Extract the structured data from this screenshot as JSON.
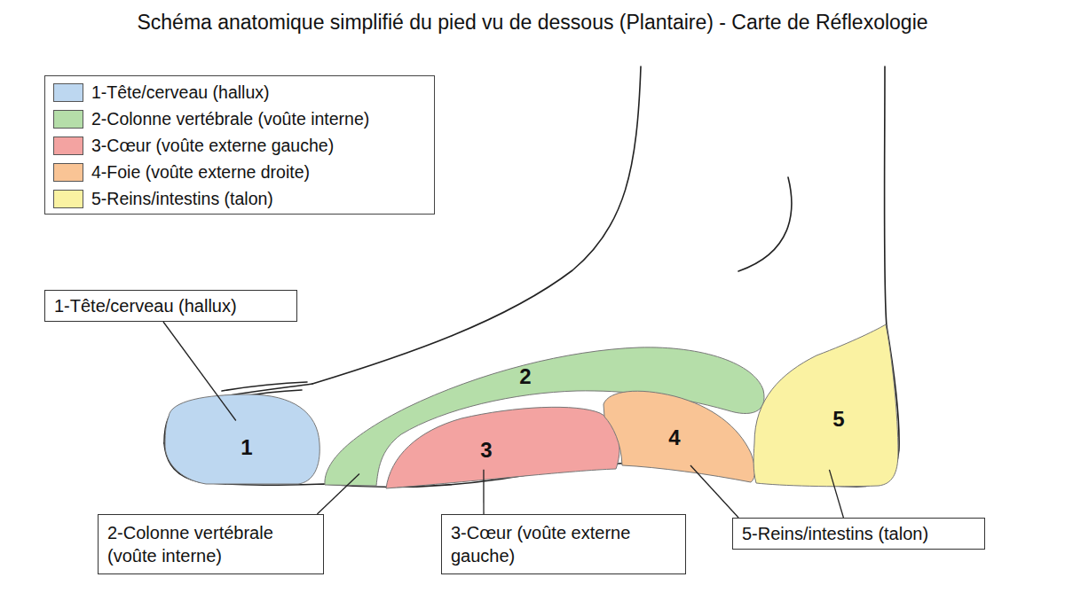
{
  "diagram": {
    "title": "Schéma anatomique simplifié du pied vu de dessous (Plantaire) - Carte de Réflexologie",
    "nodes": [
      {
        "text": [
          "1"
        ]
      },
      {
        "text": [
          "2"
        ]
      },
      {
        "text": [
          "3"
        ]
      },
      {
        "text": [
          "4"
        ]
      },
      {
        "text": [
          "5"
        ]
      },
      {
        "text": [
          "1-Tête/cerveau (hallux)"
        ]
      },
      {
        "text": [
          "2-Colonne vertébrale (voûte interne)"
        ]
      },
      {
        "text": [
          "3-Cœur (voûte externe gauche)"
        ]
      },
      {
        "text": [
          "5-Reins/intestins (talon)"
        ]
      }
    ],
    "edges": [
      {
        "from": 5,
        "to": 0,
        "arrow": "none"
      },
      {
        "from": 6,
        "to": 1,
        "arrow": "none"
      },
      {
        "from": 7,
        "to": 2,
        "arrow": "none"
      },
      {
        "from": 8,
        "to": 3,
        "arrow": "none"
      },
      {
        "from": 8,
        "to": 4,
        "arrow": "none"
      }
    ],
    "legend": [
      {
        "text": "1-Tête/cerveau (hallux)",
        "color": "#bdd7f0"
      },
      {
        "text": "2-Colonne vertébrale (voûte interne)",
        "color": "#b5dea9"
      },
      {
        "text": "3-Cœur (voûte externe gauche)",
        "color": "#f3a3a1"
      },
      {
        "text": "4-Foie (voûte externe droite)",
        "color": "#f9c495"
      },
      {
        "text": "5-Reins/intestins (talon)",
        "color": "#faf2a2"
      }
    ]
  }
}
